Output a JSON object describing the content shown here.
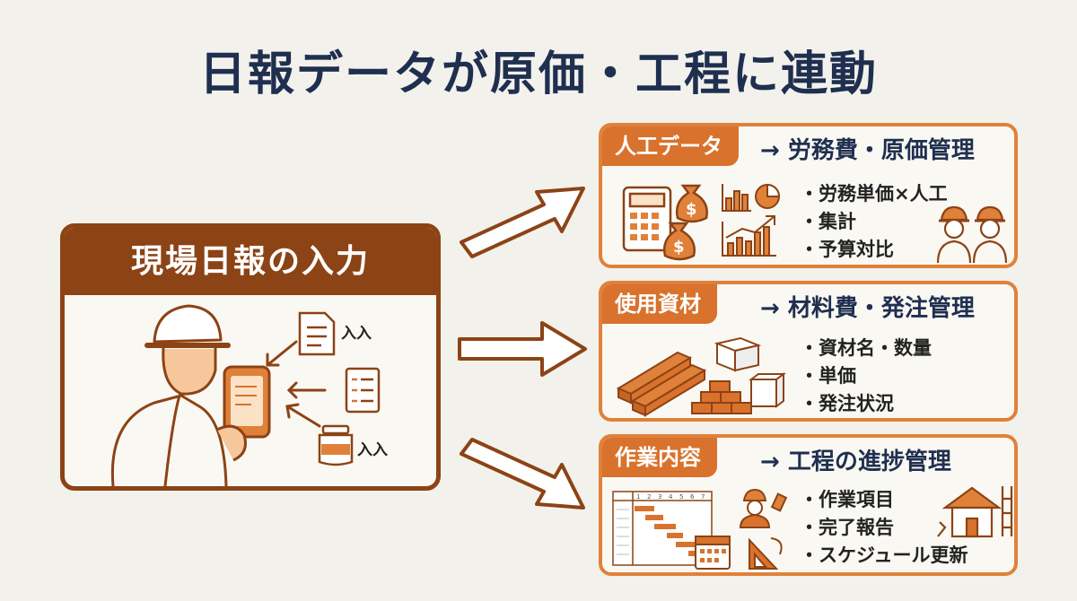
{
  "title": "日報データが原価・工程に連動",
  "input": {
    "header": "現場日報の入力",
    "labels": [
      "入入",
      "入入"
    ]
  },
  "outputs": [
    {
      "tag": "人工データ",
      "heading": "→ 労務費・原価管理",
      "items": [
        "労務単価×人工",
        "集計",
        "予算対比"
      ]
    },
    {
      "tag": "使用資材",
      "heading": "→ 材料費・発注管理",
      "items": [
        "資材名・数量",
        "単価",
        "発注状況"
      ]
    },
    {
      "tag": "作業内容",
      "heading": "→ 工程の進捗管理",
      "items": [
        "作業項目",
        "完了報告",
        "スケジュール更新"
      ],
      "gantt_header": [
        "1",
        "2",
        "3",
        "4",
        "5",
        "6",
        "7"
      ]
    }
  ],
  "colors": {
    "title": "#1f2f4f",
    "input_brown": "#8c4315",
    "accent_orange": "#d9722c",
    "border_orange": "#e0813a",
    "background": "#f3f1ec"
  },
  "icons": [
    "worker-icon",
    "smartphone-icon",
    "document-icon",
    "checklist-icon",
    "jar-icon",
    "calculator-icon",
    "money-bag-icon",
    "bar-chart-icon",
    "pie-chart-icon",
    "trend-chart-icon",
    "workers-icon",
    "lumber-icon",
    "bricks-icon",
    "block-icon",
    "gantt-icon",
    "calendar-icon",
    "triangle-ruler-icon",
    "house-construction-icon"
  ]
}
